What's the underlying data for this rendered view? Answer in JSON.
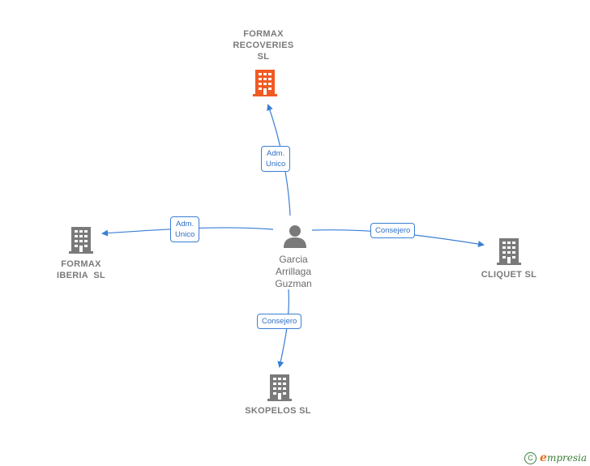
{
  "nodes": {
    "formax_recoveries": {
      "label_lines": [
        "FORMAX",
        "RECOVERIES",
        "SL"
      ],
      "color": "#f05a23"
    },
    "formax_iberia": {
      "label_lines": [
        "FORMAX",
        "IBERIA  SL"
      ],
      "color": "#7a7a7a"
    },
    "cliquet": {
      "label_lines": [
        "CLIQUET SL"
      ],
      "color": "#7a7a7a"
    },
    "skopelos": {
      "label_lines": [
        "SKOPELOS SL"
      ],
      "color": "#7a7a7a"
    }
  },
  "person": {
    "label_lines": [
      "Garcia",
      "Arrillaga",
      "Guzman"
    ],
    "color": "#7a7a7a"
  },
  "edges": {
    "to_recoveries": {
      "label_lines": [
        "Adm.",
        "Unico"
      ]
    },
    "to_iberia": {
      "label_lines": [
        "Adm.",
        "Unico"
      ]
    },
    "to_cliquet": {
      "label_lines": [
        "Consejero"
      ]
    },
    "to_skopelos": {
      "label_lines": [
        "Consejero"
      ]
    }
  },
  "footer": {
    "copyright_symbol": "C",
    "brand_initial": "e",
    "brand_rest": "mpresia"
  },
  "colors": {
    "edge": "#3a7fd5",
    "highlight": "#f05a23",
    "building": "#7a7a7a"
  }
}
